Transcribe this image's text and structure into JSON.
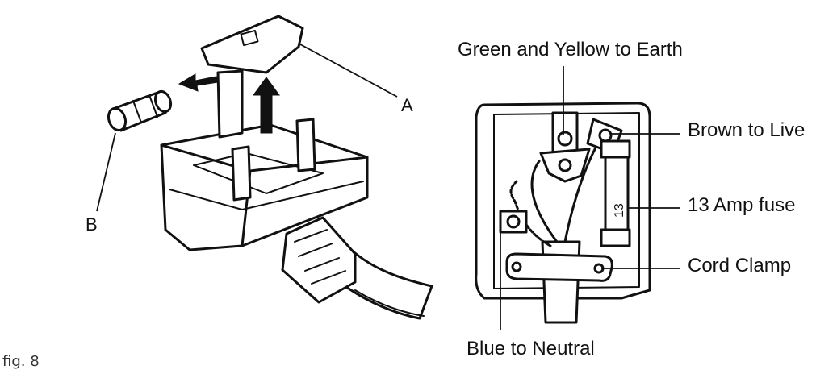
{
  "figure": {
    "caption": "fig. 8"
  },
  "left_diagram": {
    "label_a": "A",
    "label_b": "B"
  },
  "right_diagram": {
    "labels": {
      "earth": "Green and Yellow to Earth",
      "live": "Brown to Live",
      "fuse": "13 Amp fuse",
      "clamp": "Cord Clamp",
      "neutral": "Blue to Neutral"
    },
    "fuse_marking": "13"
  }
}
